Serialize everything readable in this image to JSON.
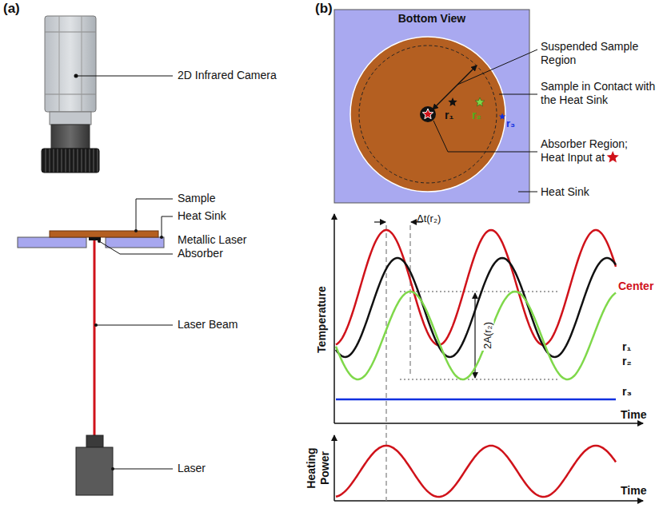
{
  "diagram": {
    "nodes": [
      {
        "text": [
          "Bottom View"
        ]
      }
    ],
    "labels": [
      "(a)",
      "(b)",
      "2D Infrared Camera",
      "Sample",
      "Heat Sink",
      "Metallic Laser Absorber",
      "Laser Beam",
      "Laser",
      "Suspended Sample Region",
      "Sample in Contact with the Heat Sink",
      "Absorber Region; Heat Input at",
      "Heat Sink",
      "r₁",
      "r₂",
      "r₃",
      "Δt(r₂)",
      "2A(r₂)",
      "Center",
      "r₁",
      "r₂",
      "r₃",
      "Temperature",
      "Time",
      "Heating Power",
      "Time"
    ]
  }
}
